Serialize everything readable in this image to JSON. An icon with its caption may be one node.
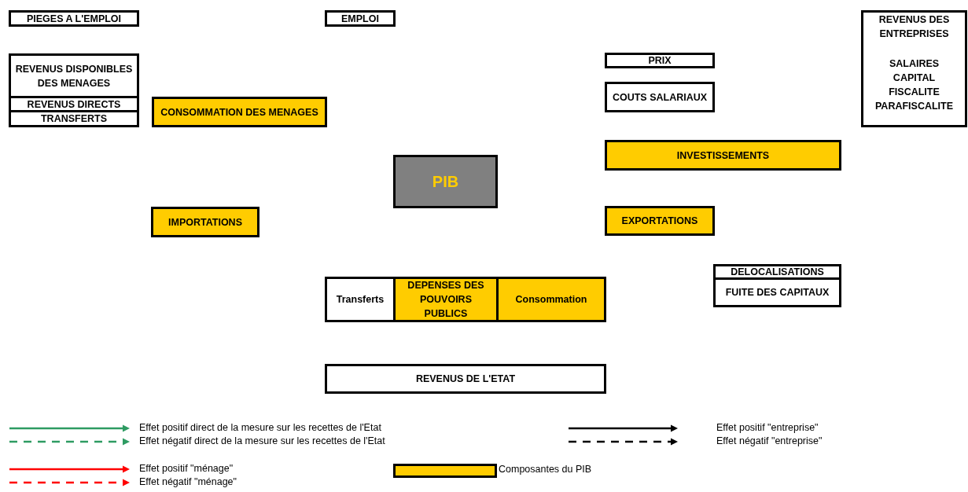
{
  "diagram": {
    "nodes": [
      {
        "text": [
          "PIEGES A L'EMPLOI"
        ]
      },
      {
        "text": [
          "EMPLOI"
        ]
      },
      {
        "text": [
          "REVENUS DISPONIBLES DES MENAGES"
        ]
      },
      {
        "text": [
          "REVENUS DIRECTS"
        ]
      },
      {
        "text": [
          "TRANSFERTS"
        ]
      },
      {
        "text": [
          "CONSOMMATION DES MENAGES"
        ]
      },
      {
        "text": [
          "REVENUS DES ENTREPRISES",
          "SALAIRES CAPITAL FISCALITE PARAFISCALITE"
        ]
      },
      {
        "text": [
          "PRIX"
        ]
      },
      {
        "text": [
          "COUTS SALARIAUX"
        ]
      },
      {
        "text": [
          "INVESTISSEMENTS"
        ]
      },
      {
        "text": [
          "PIB"
        ]
      },
      {
        "text": [
          "IMPORTATIONS"
        ]
      },
      {
        "text": [
          "EXPORTATIONS"
        ]
      },
      {
        "text": [
          "DELOCALISATIONS"
        ]
      },
      {
        "text": [
          "FUITE DES CAPITAUX"
        ]
      },
      {
        "text": [
          "Transferts"
        ]
      },
      {
        "text": [
          "DEPENSES DES POUVOIRS PUBLICS"
        ]
      },
      {
        "text": [
          "Consommation"
        ]
      },
      {
        "text": [
          "REVENUS DE L'ETAT"
        ]
      }
    ],
    "edges": [],
    "legend": [
      {
        "text": "Effet positif direct de la mesure sur les recettes de l'Etat"
      },
      {
        "text": "Effet négatif direct de la mesure sur les recettes de l'Etat"
      },
      {
        "text": "Effet positif \"entreprise\""
      },
      {
        "text": "Effet négatif \"entreprise\""
      },
      {
        "text": "Effet positif \"ménage\""
      },
      {
        "text": "Effet négatif \"ménage\""
      },
      {
        "text": "Composantes du PIB",
        "color": "#ffcc00"
      }
    ]
  }
}
